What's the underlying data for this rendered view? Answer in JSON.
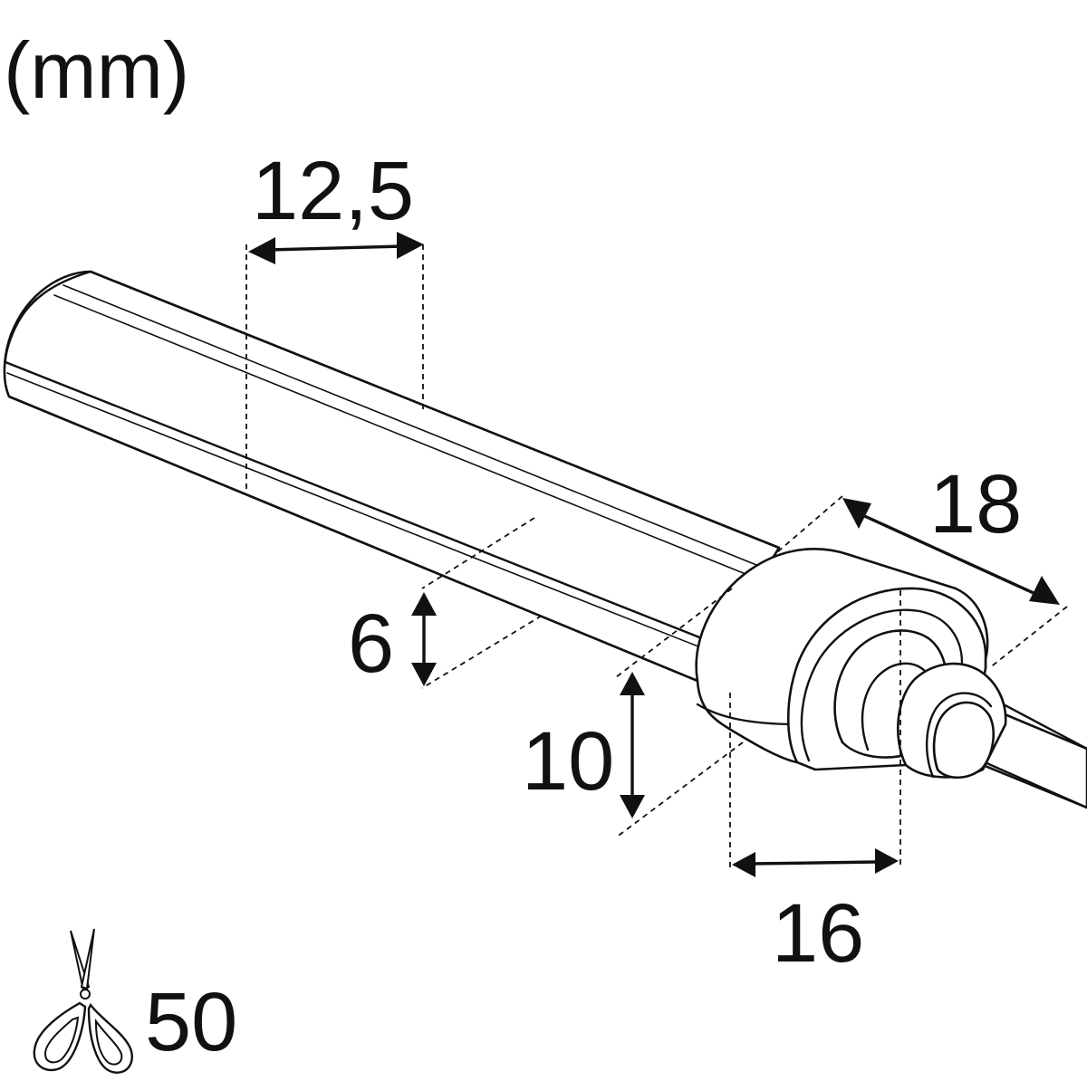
{
  "unit_label": "(mm)",
  "dimensions": {
    "width_top": "12,5",
    "endcap_length": "18",
    "profile_height": "6",
    "endcap_height": "10",
    "endcap_width": "16"
  },
  "cut_interval": {
    "icon": "scissors-icon",
    "value": "50"
  }
}
